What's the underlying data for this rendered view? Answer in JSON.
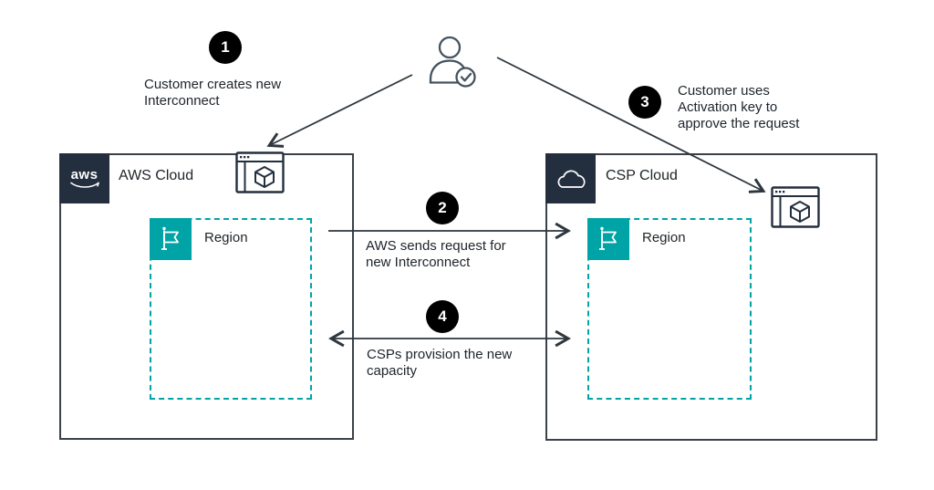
{
  "colors": {
    "aws_dark": "#232F3E",
    "region_teal": "#00A4A6",
    "badge_black": "#000000",
    "line_dark": "#2e363e"
  },
  "customer": {
    "icon": "user-check-icon"
  },
  "steps": [
    {
      "number": "1",
      "label": "Customer creates new\nInterconnect"
    },
    {
      "number": "2",
      "label": "AWS sends request for\nnew Interconnect"
    },
    {
      "number": "3",
      "label": "Customer uses\nActivation key to\napprove the request"
    },
    {
      "number": "4",
      "label": "CSPs provision the new\ncapacity"
    }
  ],
  "aws_cloud": {
    "logo_text": "aws",
    "label": "AWS Cloud",
    "region_label": "Region",
    "console_icon": "management-console-icon"
  },
  "csp_cloud": {
    "logo_icon": "cloud-icon",
    "label": "CSP Cloud",
    "region_label": "Region",
    "console_icon": "management-console-icon"
  }
}
